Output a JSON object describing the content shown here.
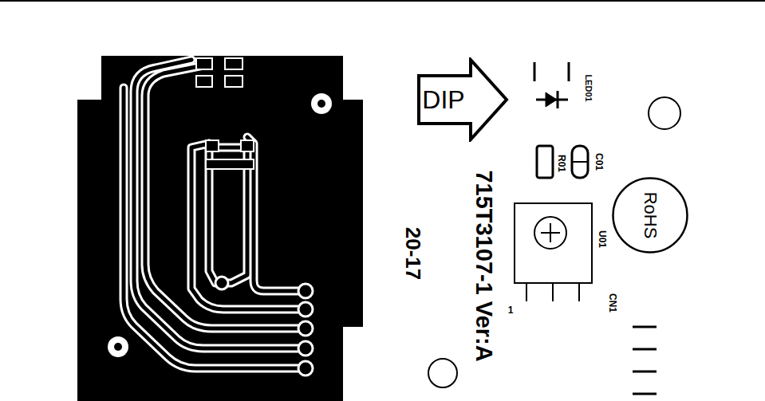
{
  "diagram": {
    "nodes": [
      {
        "text": [
          "DIP"
        ]
      },
      {
        "text": [
          "RoHS"
        ]
      }
    ],
    "labels": [
      "LED01",
      "C01",
      "R01",
      "715T3107-1 Ver:A",
      "20-17",
      "U01",
      "1",
      "CN1"
    ]
  }
}
